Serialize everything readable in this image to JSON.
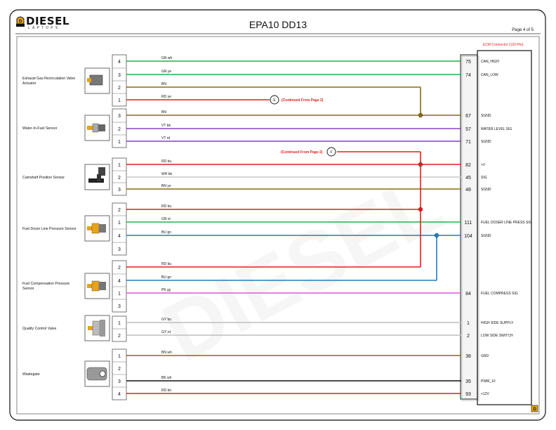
{
  "header": {
    "logo_word": "DIESEL",
    "logo_sub": "LAPTOPS",
    "title": "EPA10 DD13",
    "page_label": "Page 4 of 5"
  },
  "ecm": {
    "title": "ECM Connector (120-Pin)"
  },
  "components": [
    {
      "id": "egr",
      "label": "Exhaust Gas Recirculation Valve Actuator",
      "icon": "egr-actuator-icon"
    },
    {
      "id": "wif",
      "label": "Water-In-Fuel Sensor",
      "icon": "water-in-fuel-sensor-icon"
    },
    {
      "id": "cam",
      "label": "Camshaft Position Sensor",
      "icon": "camshaft-sensor-icon"
    },
    {
      "id": "fdl",
      "label": "Fuel Doser Line Pressure Sensor",
      "icon": "pressure-sensor-icon"
    },
    {
      "id": "fcp",
      "label": "Fuel Compensation Pressure Sensor",
      "icon": "pressure-sensor-icon"
    },
    {
      "id": "qcv",
      "label": "Quality Control Valve",
      "icon": "valve-icon"
    },
    {
      "id": "wg",
      "label": "Wastegate",
      "icon": "wastegate-icon"
    }
  ],
  "pins": [
    "4",
    "3",
    "2",
    "1",
    "3",
    "2",
    "1",
    "1",
    "2",
    "3",
    "2",
    "1",
    "4",
    "3",
    "2",
    "4",
    "1",
    "3",
    "1",
    "2",
    "1",
    "2",
    "3",
    "4"
  ],
  "wires": [
    {
      "label": "GN wh",
      "color": "#1fb34a",
      "ecm_pin": "75",
      "signal": "CAN_HIGH"
    },
    {
      "label": "GN ye",
      "color": "#1fb34a",
      "ecm_pin": "74",
      "signal": "CAN_LOW"
    },
    {
      "label": "BN",
      "color": "#8a6b12",
      "ecm_pin": "",
      "signal": ""
    },
    {
      "label": "RD ye",
      "color": "#e41e1e",
      "ecm_pin": "",
      "signal": ""
    },
    {
      "label": "BN",
      "color": "#8a6b12",
      "ecm_pin": "67",
      "signal": "SGND"
    },
    {
      "label": "VT bk",
      "color": "#8a3fc6",
      "ecm_pin": "57",
      "signal": "WATER LEVEL SIG"
    },
    {
      "label": "VT rd",
      "color": "#8a3fc6",
      "ecm_pin": "71",
      "signal": "SGND"
    },
    {
      "label": "RD bu",
      "color": "#e41e1e",
      "ecm_pin": "82",
      "signal": "+V"
    },
    {
      "label": "WH bk",
      "color": "#c8c8c8",
      "ecm_pin": "45",
      "signal": "SIG"
    },
    {
      "label": "BN ye",
      "color": "#8a6b12",
      "ecm_pin": "48",
      "signal": "SGND"
    },
    {
      "label": "RD bu",
      "color": "#e41e1e",
      "ecm_pin": "",
      "signal": ""
    },
    {
      "label": "GN vt",
      "color": "#1fb34a",
      "ecm_pin": "111",
      "signal": "FUEL DOSER LINE PRESS SIG"
    },
    {
      "label": "BU gn",
      "color": "#1f7fc4",
      "ecm_pin": "104",
      "signal": "SGND"
    },
    {
      "label": "",
      "color": "",
      "ecm_pin": "",
      "signal": ""
    },
    {
      "label": "RD bu",
      "color": "#e41e1e",
      "ecm_pin": "",
      "signal": ""
    },
    {
      "label": "BU gn",
      "color": "#1f7fc4",
      "ecm_pin": "",
      "signal": ""
    },
    {
      "label": "PK gy",
      "color": "#e455d6",
      "ecm_pin": "84",
      "signal": "FUEL COMPRESS SIG"
    },
    {
      "label": "",
      "color": "",
      "ecm_pin": "",
      "signal": ""
    },
    {
      "label": "GY bu",
      "color": "#bdbdbd",
      "ecm_pin": "1",
      "signal": "HIGH SIDE SUPPLY"
    },
    {
      "label": "GY rd",
      "color": "#bdbdbd",
      "ecm_pin": "2",
      "signal": "LOW SIDE SWITCH"
    },
    {
      "label": "BN wh",
      "color": "#8a6b12",
      "ecm_pin": "38",
      "signal": "GND"
    },
    {
      "label": "",
      "color": "",
      "ecm_pin": "",
      "signal": ""
    },
    {
      "label": "BK wh",
      "color": "#111111",
      "ecm_pin": "35",
      "signal": "PWM_10"
    },
    {
      "label": "RD bn",
      "color": "#e41e1e",
      "ecm_pin": "93",
      "signal": "+12V"
    }
  ],
  "connectors": [
    {
      "letter": "E",
      "note": "(Continued From Page 2)"
    },
    {
      "letter": "F",
      "note": "(Continued From Page 2)"
    }
  ]
}
